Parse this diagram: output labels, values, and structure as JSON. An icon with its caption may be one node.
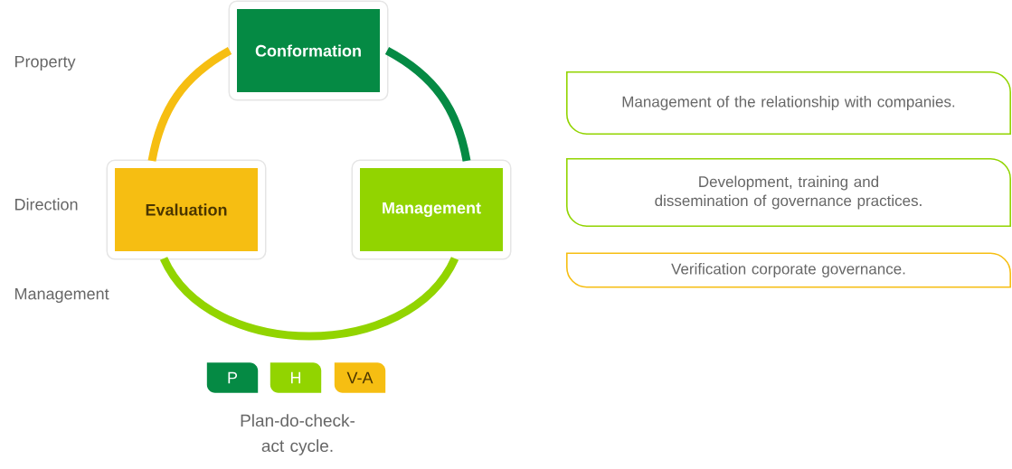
{
  "diagram": {
    "caption": "Plan-do-check-act cycle.",
    "nodes": [
      {
        "text": [
          "Conformation"
        ]
      },
      {
        "text": [
          "Management"
        ]
      },
      {
        "text": [
          "Evaluation"
        ]
      },
      {
        "text": [
          "Management of the relationship with companies."
        ]
      },
      {
        "text": [
          "Development, training and dissemination of governance practices."
        ]
      },
      {
        "text": [
          "Verification corporate governance."
        ]
      },
      {
        "text": [
          "P"
        ]
      },
      {
        "text": [
          "H"
        ]
      },
      {
        "text": [
          "V-A"
        ]
      }
    ],
    "edges": [
      {
        "from": 0,
        "to": 1,
        "arrow": "none",
        "color": "#058a44"
      },
      {
        "from": 1,
        "to": 2,
        "arrow": "none",
        "color": "#92d400"
      },
      {
        "from": 2,
        "to": 0,
        "arrow": "none",
        "color": "#f6be12"
      }
    ],
    "labels": [
      "Property",
      "Direction",
      "Management"
    ]
  }
}
